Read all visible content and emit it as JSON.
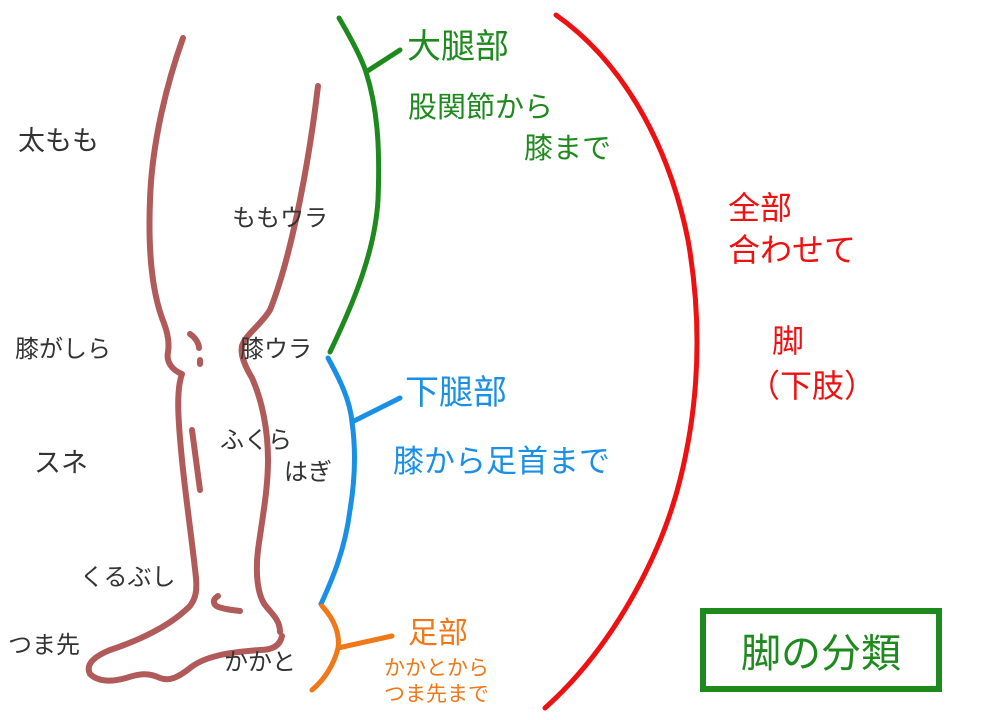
{
  "title": "脚の分類",
  "colors": {
    "leg_outline": "#b05a5a",
    "thigh": "#1e8a1e",
    "lower_leg": "#1a8fe6",
    "foot": "#f07818",
    "whole_leg": "#ee1111",
    "part_label": "#333333"
  },
  "body_part_labels": {
    "futomomo": "太もも",
    "momoura": "ももウラ",
    "hizagashira": "膝がしら",
    "hizaura": "膝ウラ",
    "sune": "スネ",
    "fukurahagi_1": "ふくら",
    "fukurahagi_2": "はぎ",
    "kurubushi": "くるぶし",
    "tsumasaki": "つま先",
    "kakato": "かかと"
  },
  "sections": {
    "thigh": {
      "name": "大腿部",
      "desc_line1": "股関節から",
      "desc_line2": "膝まで"
    },
    "lower_leg": {
      "name": "下腿部",
      "desc": "膝から足首まで"
    },
    "foot": {
      "name": "足部",
      "desc_line1": "かかとから",
      "desc_line2": "つま先まで"
    },
    "whole": {
      "line1": "全部",
      "line2": "合わせて",
      "name": "脚",
      "alt_name": "（下肢）"
    }
  }
}
